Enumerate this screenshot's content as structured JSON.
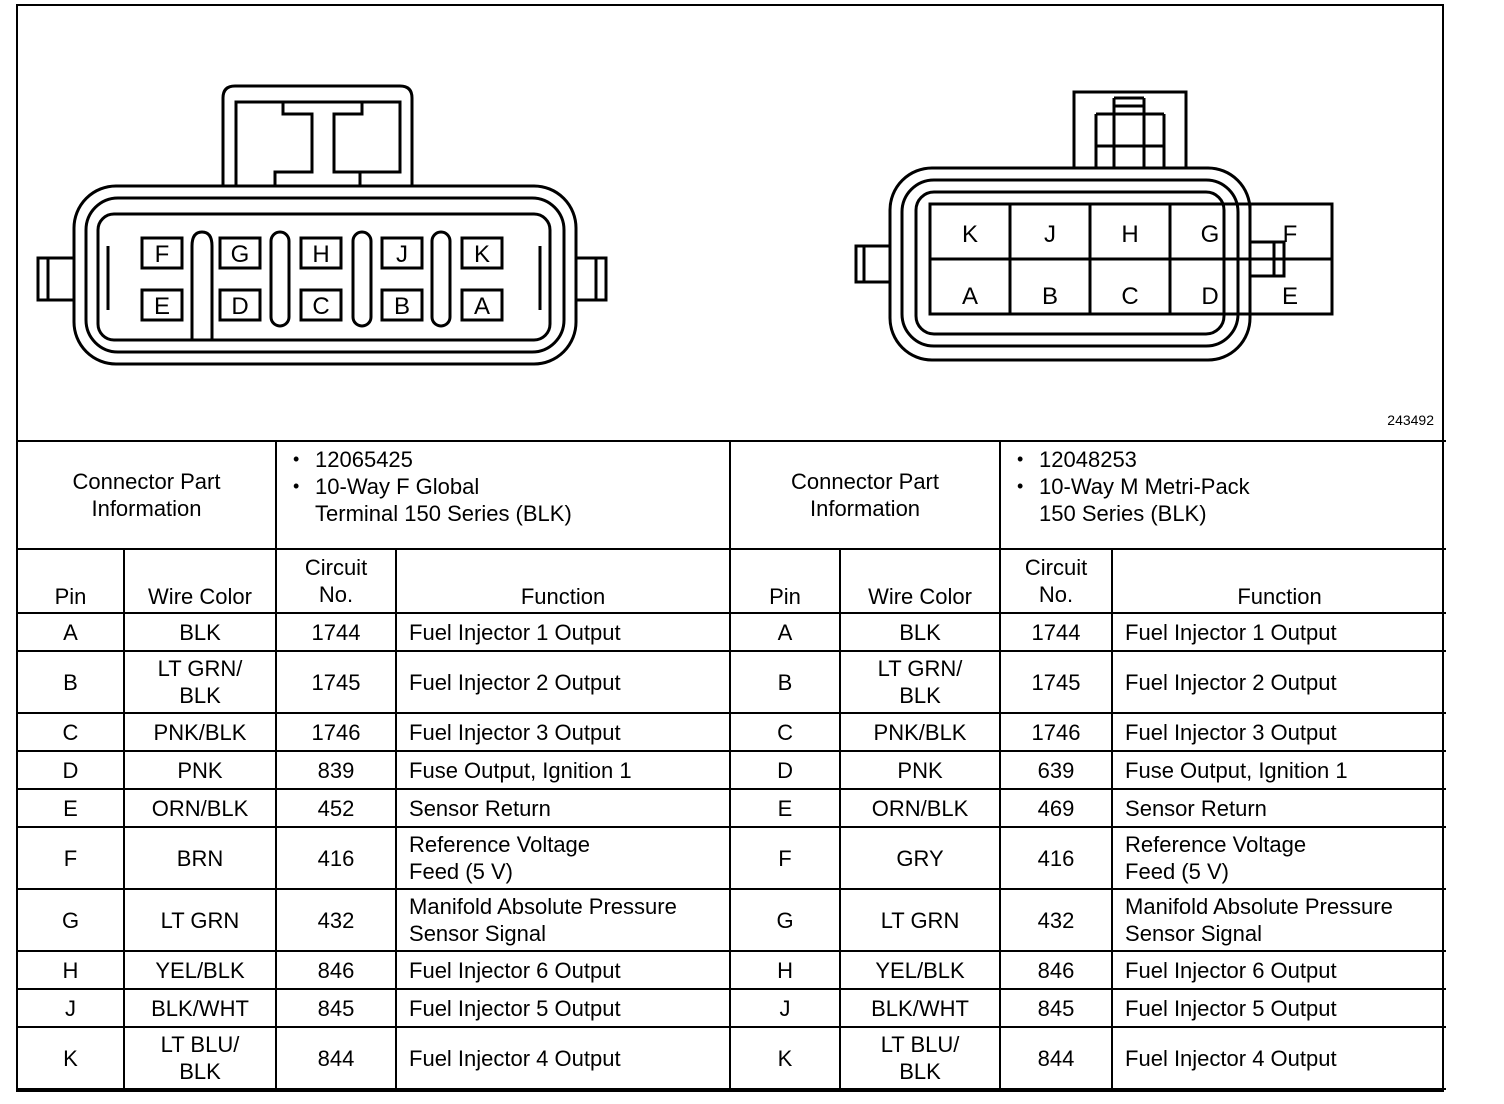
{
  "figure_number": "243492",
  "female_connector": {
    "top_row_pins": [
      "F",
      "G",
      "H",
      "J",
      "K"
    ],
    "bottom_row_pins": [
      "E",
      "D",
      "C",
      "B",
      "A"
    ]
  },
  "male_connector": {
    "top_row_pins": [
      "K",
      "J",
      "H",
      "G",
      "F"
    ],
    "bottom_row_pins": [
      "A",
      "B",
      "C",
      "D",
      "E"
    ]
  },
  "left": {
    "info_label": "Connector Part Information",
    "part_number": "12065425",
    "desc_line1": "10-Way F Global",
    "desc_line2": "Terminal 150 Series (BLK)"
  },
  "right": {
    "info_label": "Connector Part Information",
    "part_number": "12048253",
    "desc_line1": "10-Way M Metri-Pack",
    "desc_line2": "150 Series (BLK)"
  },
  "headers": {
    "pin": "Pin",
    "wire_color": "Wire Color",
    "circuit_line1": "Circuit",
    "circuit_line2": "No.",
    "function": "Function"
  },
  "left_rows": [
    {
      "pin": "A",
      "color1": "BLK",
      "color2": "",
      "circuit": "1744",
      "func1": "Fuel Injector 1 Output",
      "func2": ""
    },
    {
      "pin": "B",
      "color1": "LT GRN/",
      "color2": "BLK",
      "circuit": "1745",
      "func1": "Fuel Injector 2 Output",
      "func2": ""
    },
    {
      "pin": "C",
      "color1": "PNK/BLK",
      "color2": "",
      "circuit": "1746",
      "func1": "Fuel Injector 3 Output",
      "func2": ""
    },
    {
      "pin": "D",
      "color1": "PNK",
      "color2": "",
      "circuit": "839",
      "func1": "Fuse Output, Ignition 1",
      "func2": ""
    },
    {
      "pin": "E",
      "color1": "ORN/BLK",
      "color2": "",
      "circuit": "452",
      "func1": "Sensor Return",
      "func2": ""
    },
    {
      "pin": "F",
      "color1": "BRN",
      "color2": "",
      "circuit": "416",
      "func1": "Reference Voltage",
      "func2": "Feed (5 V)"
    },
    {
      "pin": "G",
      "color1": "LT GRN",
      "color2": "",
      "circuit": "432",
      "func1": "Manifold Absolute Pressure",
      "func2": "Sensor Signal"
    },
    {
      "pin": "H",
      "color1": "YEL/BLK",
      "color2": "",
      "circuit": "846",
      "func1": "Fuel Injector 6 Output",
      "func2": ""
    },
    {
      "pin": "J",
      "color1": "BLK/WHT",
      "color2": "",
      "circuit": "845",
      "func1": "Fuel Injector 5 Output",
      "func2": ""
    },
    {
      "pin": "K",
      "color1": "LT BLU/",
      "color2": "BLK",
      "circuit": "844",
      "func1": "Fuel Injector 4 Output",
      "func2": ""
    }
  ],
  "right_rows": [
    {
      "pin": "A",
      "color1": "BLK",
      "color2": "",
      "circuit": "1744",
      "func1": "Fuel Injector 1 Output",
      "func2": ""
    },
    {
      "pin": "B",
      "color1": "LT GRN/",
      "color2": "BLK",
      "circuit": "1745",
      "func1": "Fuel Injector 2 Output",
      "func2": ""
    },
    {
      "pin": "C",
      "color1": "PNK/BLK",
      "color2": "",
      "circuit": "1746",
      "func1": "Fuel Injector 3 Output",
      "func2": ""
    },
    {
      "pin": "D",
      "color1": "PNK",
      "color2": "",
      "circuit": "639",
      "func1": "Fuse Output, Ignition 1",
      "func2": ""
    },
    {
      "pin": "E",
      "color1": "ORN/BLK",
      "color2": "",
      "circuit": "469",
      "func1": "Sensor Return",
      "func2": ""
    },
    {
      "pin": "F",
      "color1": "GRY",
      "color2": "",
      "circuit": "416",
      "func1": "Reference Voltage",
      "func2": "Feed (5 V)"
    },
    {
      "pin": "G",
      "color1": "LT GRN",
      "color2": "",
      "circuit": "432",
      "func1": "Manifold Absolute Pressure",
      "func2": "Sensor Signal"
    },
    {
      "pin": "H",
      "color1": "YEL/BLK",
      "color2": "",
      "circuit": "846",
      "func1": "Fuel Injector 6 Output",
      "func2": ""
    },
    {
      "pin": "J",
      "color1": "BLK/WHT",
      "color2": "",
      "circuit": "845",
      "func1": "Fuel Injector 5 Output",
      "func2": ""
    },
    {
      "pin": "K",
      "color1": "LT BLU/",
      "color2": "BLK",
      "circuit": "844",
      "func1": "Fuel Injector 4 Output",
      "func2": ""
    }
  ]
}
